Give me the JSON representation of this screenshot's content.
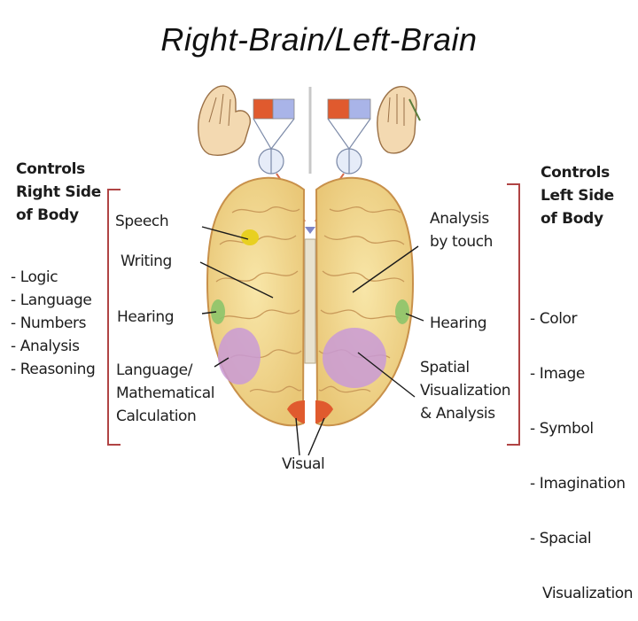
{
  "title": "Right-Brain/Left-Brain",
  "left_panel": {
    "heading": [
      "Controls",
      "Right Side",
      "of Body"
    ],
    "bullets": [
      "- Logic",
      "- Language",
      "- Numbers",
      "- Analysis",
      "- Reasoning"
    ]
  },
  "right_panel": {
    "heading": [
      "Controls",
      "Left Side",
      "of Body"
    ],
    "bullets": [
      "- Color",
      "- Image",
      "- Symbol",
      "- Imagination",
      "- Spacial",
      "  Visualization"
    ]
  },
  "left_labels": {
    "speech": "Speech",
    "writing": "Writing",
    "hearing": "Hearing",
    "language_math": [
      "Language/",
      "Mathematical",
      "Calculation"
    ]
  },
  "right_labels": {
    "analysis_touch": [
      "Analysis",
      "by touch"
    ],
    "hearing": "Hearing",
    "spatial": [
      "Spatial",
      "Visualization",
      "& Analysis"
    ]
  },
  "bottom_label": "Visual",
  "colors": {
    "brain": "#f2d98c",
    "brain_outline": "#c8904a",
    "bracket": "#b04444",
    "purple_region": "#c99ad6",
    "green_region": "#8cc46a",
    "yellow_region": "#e8d021",
    "red_block": "#e05a2e",
    "blue_block": "#a9b4e8"
  }
}
